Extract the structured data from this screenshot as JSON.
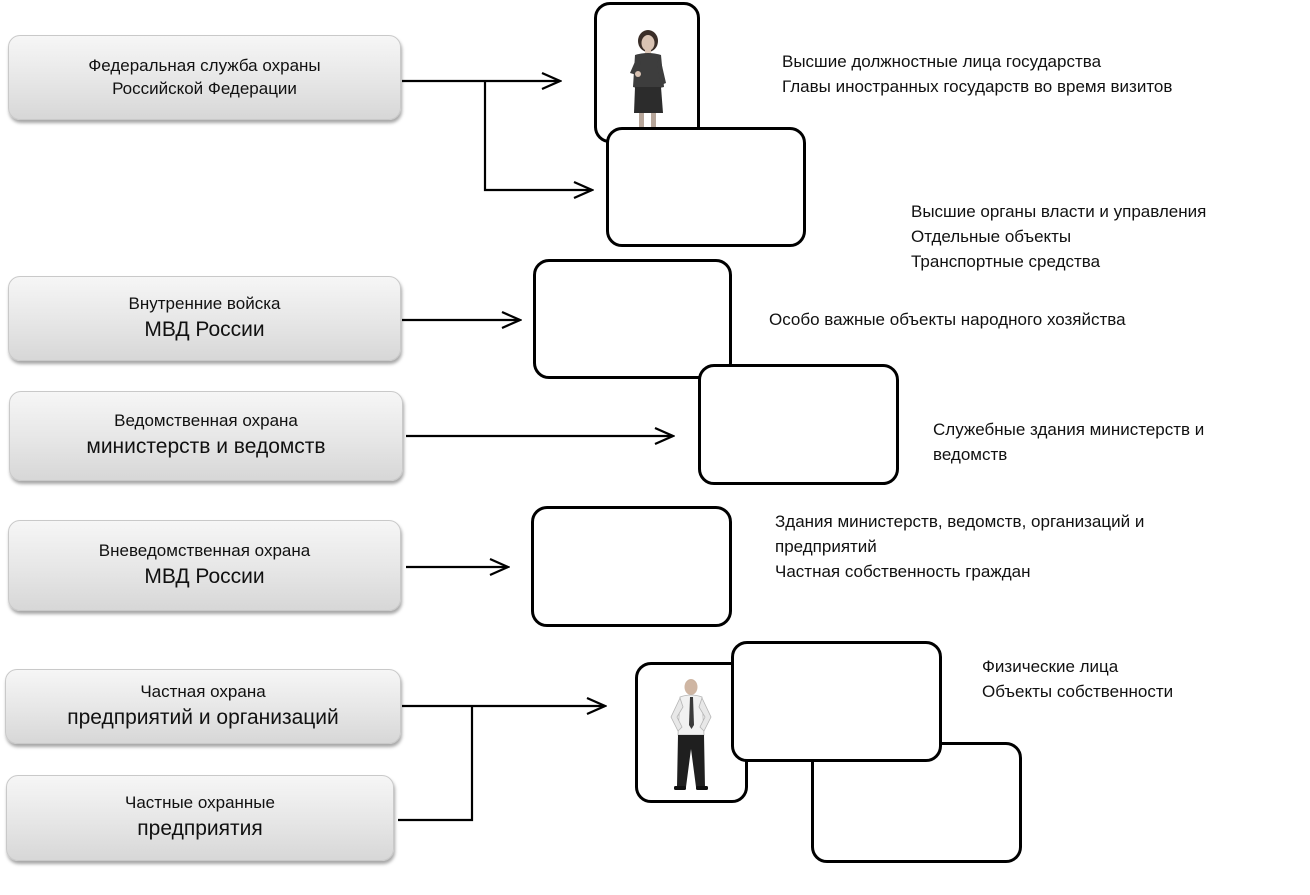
{
  "sources": [
    {
      "line1": "Федеральная служба охраны",
      "line2": "Российской Федерации"
    },
    {
      "line1": "Внутренние войска",
      "line2": "МВД России"
    },
    {
      "line1": "Ведомственная охрана",
      "line2": "министерств и ведомств"
    },
    {
      "line1": "Вневедомственная охрана",
      "line2": "МВД России"
    },
    {
      "line1": "Частная охрана",
      "line2": "предприятий и организаций"
    },
    {
      "line1": "Частные охранные",
      "line2": "предприятия"
    }
  ],
  "objects": [
    {
      "lines": [
        "Высшие должностные лица государства",
        "Главы иностранных государств во время визитов"
      ]
    },
    {
      "lines": [
        "Высшие органы власти и управления",
        "Отдельные объекты",
        "Транспортные средства"
      ]
    },
    {
      "lines": [
        "Особо важные объекты народного хозяйства"
      ]
    },
    {
      "lines": [
        "Служебные здания министерств и",
        "ведомств"
      ]
    },
    {
      "lines": [
        "Здания министерств, ведомств, организаций и",
        "предприятий",
        "Частная собственность граждан"
      ]
    },
    {
      "lines": [
        "Физические лица",
        "Объекты собственности"
      ]
    }
  ],
  "icons": [
    "woman-figure-icon",
    "man-figure-icon"
  ],
  "colors": {
    "line": "#000000",
    "box_top": "#f6f6f6",
    "box_bottom": "#d7d7d7"
  }
}
